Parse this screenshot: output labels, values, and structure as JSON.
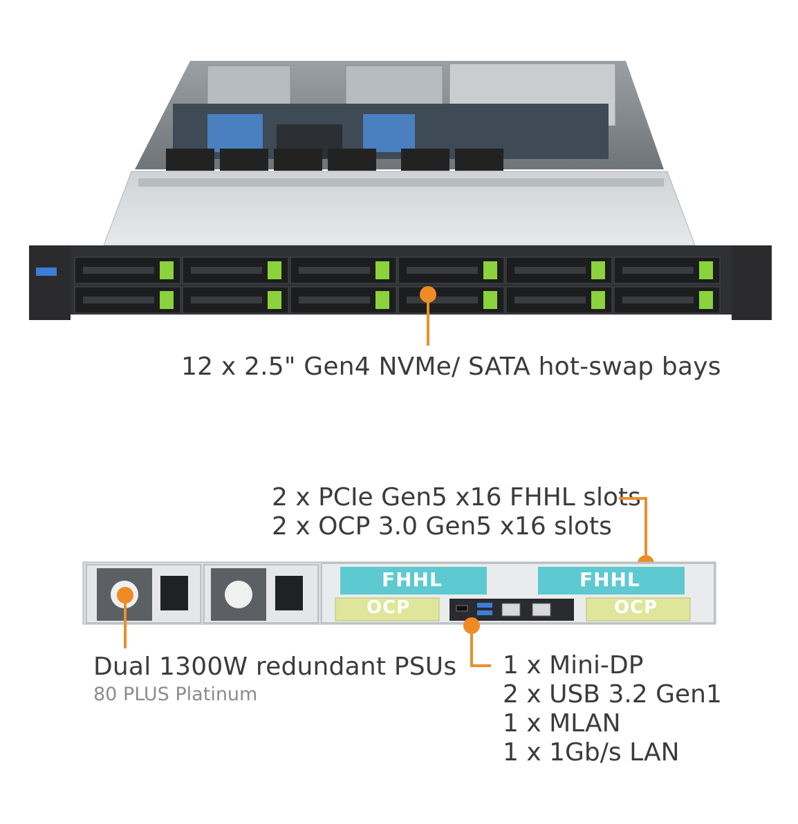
{
  "front_view": {
    "callout": "12 x 2.5\" Gen4 NVMe/ SATA hot-swap bays",
    "bay_count": 12
  },
  "rear_view": {
    "pcie_callout": [
      "2 x PCIe Gen5 x16 FHHL slots",
      "2 x OCP 3.0 Gen5 x16 slots"
    ],
    "psu_callout": "Dual 1300W  redundant PSUs",
    "psu_sub": "80 PLUS Platinum",
    "io_callout": [
      "1 x Mini-DP",
      "2 x USB 3.2 Gen1",
      "1 x MLAN",
      "1 x 1Gb/s LAN"
    ],
    "slot_labels": {
      "fhhl_left": "FHHL",
      "fhhl_right": "FHHL",
      "ocp_left": "OCP",
      "ocp_right": "OCP"
    }
  },
  "colors": {
    "accent_orange": "#f08a24",
    "bay_latch_green": "#8bd23c",
    "fhhl_cyan": "#5ccad0",
    "ocp_yellow": "#dfe59a",
    "chassis_dark": "#2b2b2d"
  }
}
